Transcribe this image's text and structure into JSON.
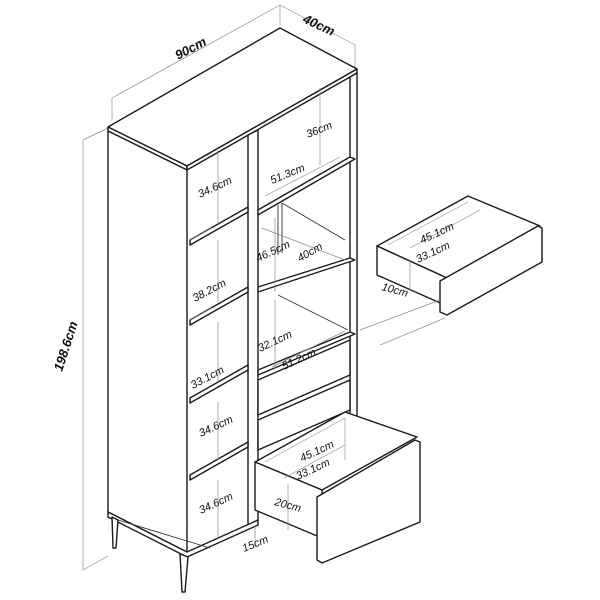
{
  "diagram": {
    "subject": "Tall bookcase cabinet with shelves and two drawers",
    "labels": {
      "width": "90cm",
      "depth": "40cm",
      "height": "198.6cm",
      "top_right_compartment_height": "36cm",
      "top_right_shelf_width": "51.3cm",
      "left_column_1": "34.6cm",
      "left_column_2": "38.2cm",
      "left_column_3": "33.1cm",
      "left_column_4": "34.6cm",
      "left_column_5": "34.6cm",
      "right_open_compartment_height": "46.5cm",
      "right_open_compartment_depth": "40cm",
      "right_middle_compartment_height": "32.1cm",
      "right_middle_shelf_width": "51.2cm",
      "small_drawer_width": "45.1cm",
      "small_drawer_depth": "33.1cm",
      "small_drawer_height": "10cm",
      "large_drawer_width": "45.1cm",
      "large_drawer_depth": "33.1cm",
      "large_drawer_height": "20cm",
      "leg_height": "15cm"
    }
  }
}
